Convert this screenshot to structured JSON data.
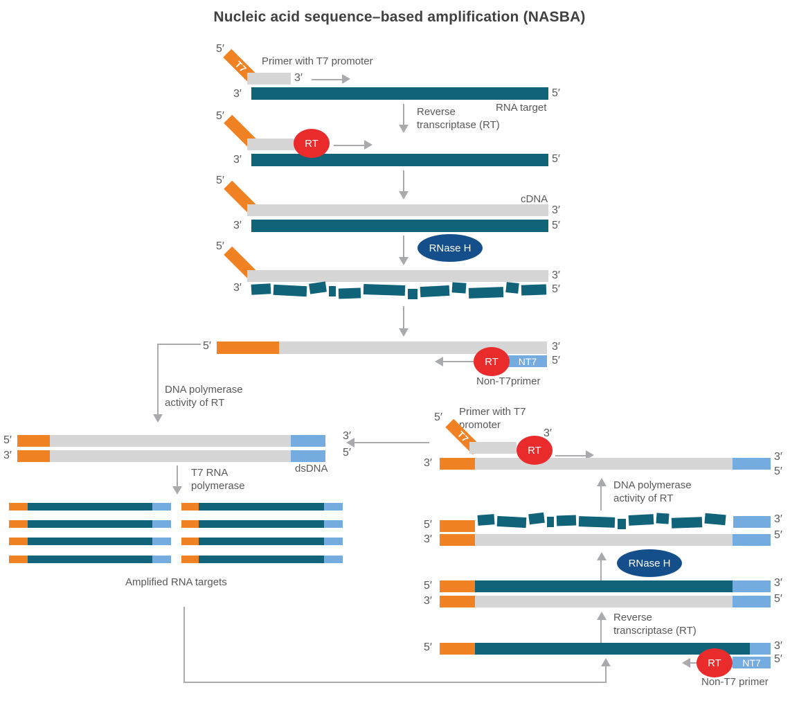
{
  "title": "Nucleic acid sequence–based amplification (NASBA)",
  "labels": {
    "five_prime": "5′",
    "three_prime": "3′",
    "t7": "T7",
    "rt": "RT",
    "nt7": "NT7",
    "rnase_h": "RNase H"
  },
  "annotations": {
    "primer_with_t7_promoter": "Primer with T7 promoter",
    "rna_target": "RNA target",
    "reverse_transcriptase_rt": "Reverse transcriptase (RT)",
    "cdna": "cDNA",
    "non_t7_primer_tight": "Non-T7primer",
    "non_t7_primer": "Non-T7 primer",
    "dna_polymerase_activity_of_rt": "DNA polymerase activity of RT",
    "t7_rna_polymerase": "T7 RNA polymerase",
    "dsdna": "dsDNA",
    "amplified_rna_targets": "Amplified RNA targets"
  },
  "colors": {
    "orange": "#F08223",
    "teal": "#11637A",
    "gray_strand": "#D6D6D6",
    "light_blue": "#75ACDF",
    "red": "#E92B2C",
    "dark_blue": "#144F8C",
    "text": "#58595B",
    "arrow": "#A8AAAD"
  }
}
